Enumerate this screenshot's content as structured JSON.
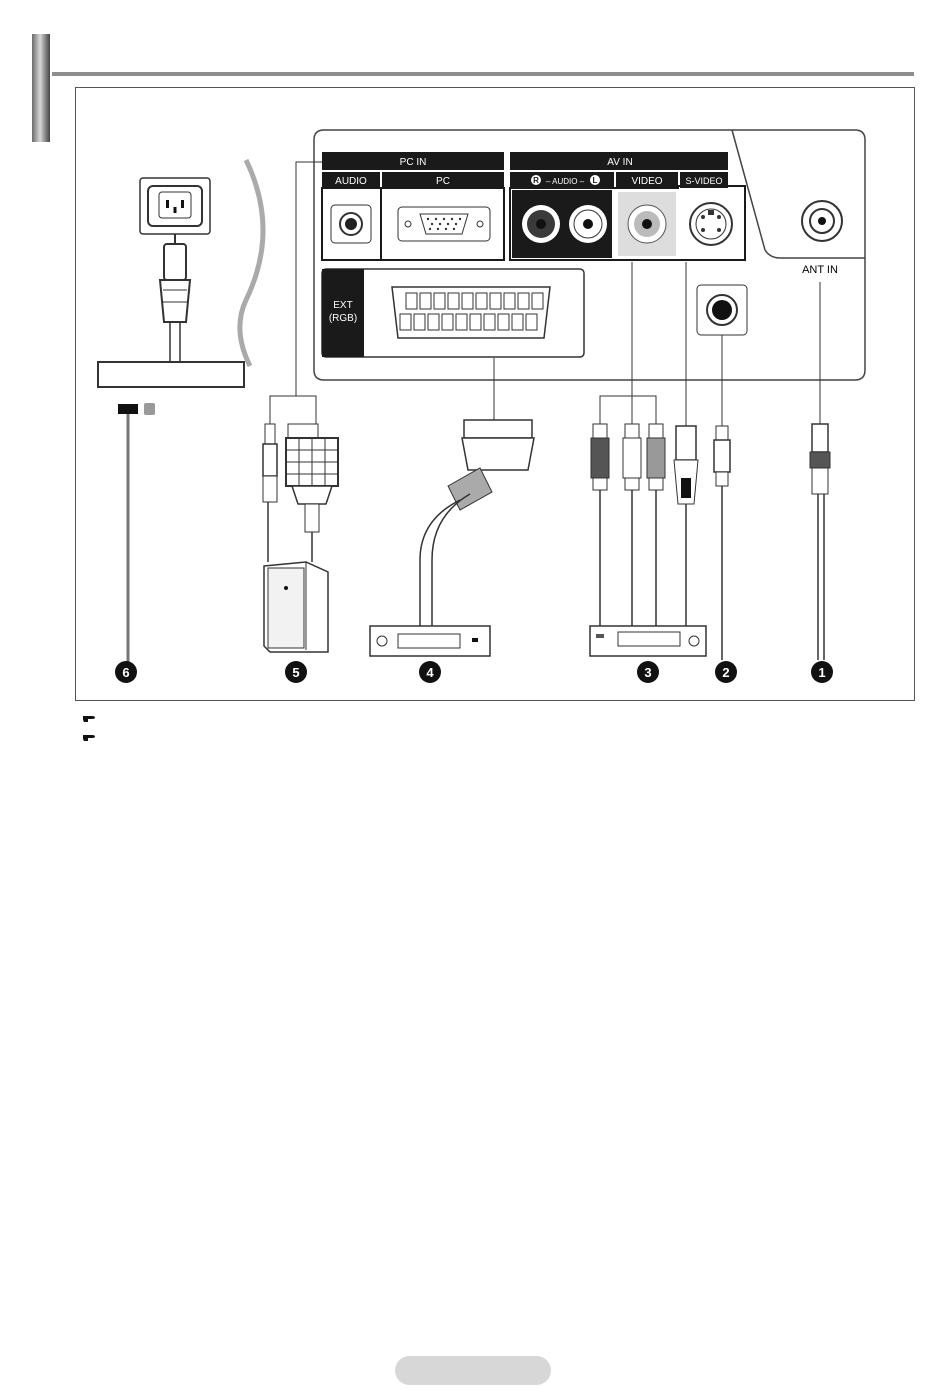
{
  "section": {
    "title": ""
  },
  "panel": {
    "pc_in": "PC IN",
    "audio": "AUDIO",
    "pc": "PC",
    "av_in": "AV IN",
    "audio_rl_left": "R",
    "audio_rl_mid": "– AUDIO –",
    "audio_rl_right": "L",
    "video": "VIDEO",
    "s_video": "S-VIDEO",
    "ext_line1": "EXT",
    "ext_line2": "(RGB)",
    "ant_in": "ANT IN",
    "power_label": "",
    "kensington_label": ""
  },
  "callouts": [
    "6",
    "5",
    "4",
    "3",
    "2",
    "1"
  ],
  "notes": [
    {
      "icon": "pointing-hand-icon",
      "text": ""
    },
    {
      "icon": "pointing-hand-icon",
      "text": ""
    }
  ],
  "page": {
    "number": ""
  },
  "colors": {
    "panel_dark": "#1a1a1a",
    "jack_dark": "#3a3a3a",
    "line_gray": "#8d8d8d"
  }
}
